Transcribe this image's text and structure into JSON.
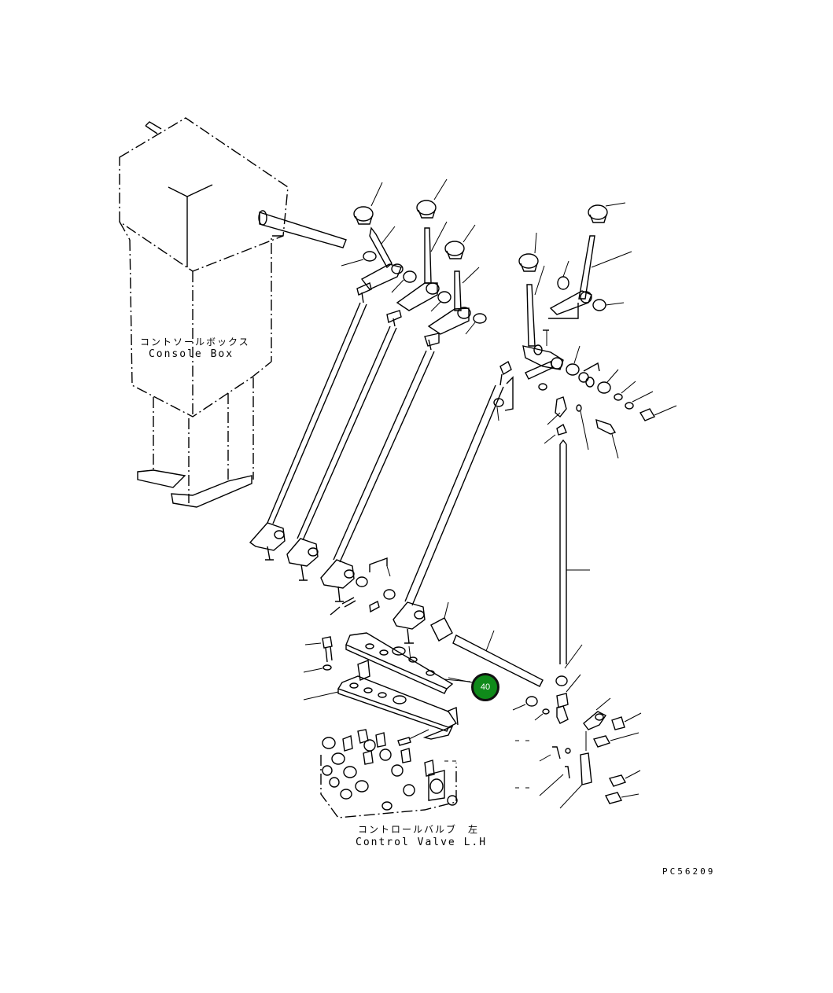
{
  "labels": {
    "console_box_jp": "コントソールボックス",
    "console_box_en": "Console Box",
    "control_valve_jp": "コントロールバルブ　左",
    "control_valve_en": "Control Valve L.H",
    "drawing_code": "PC56209"
  },
  "callouts": {
    "highlighted_part": "40"
  },
  "colors": {
    "callout_fill": "#0f8a1a",
    "line": "#000000",
    "background": "#ffffff"
  }
}
